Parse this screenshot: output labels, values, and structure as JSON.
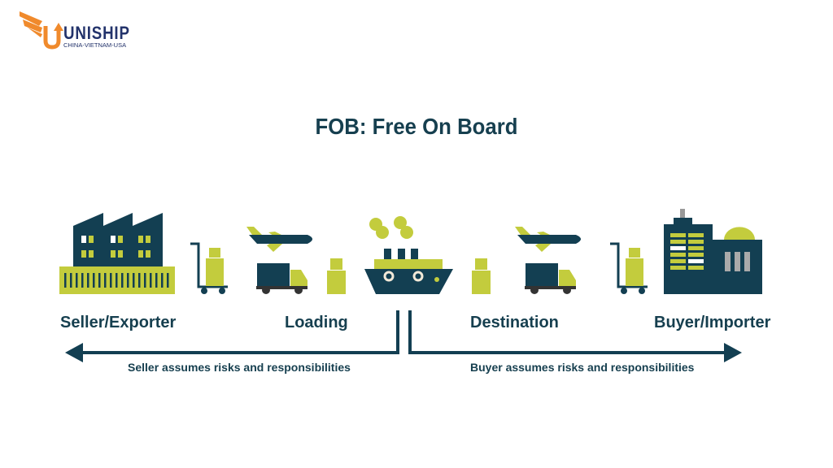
{
  "logo": {
    "name": "UNISHIP",
    "tagline": "CHINA-VIETNAM-USA"
  },
  "title": "FOB: Free On Board",
  "stages": [
    "Seller/Exporter",
    "Loading",
    "Destination",
    "Buyer/Importer"
  ],
  "captions": {
    "seller": "Seller assumes risks and responsibilities",
    "buyer": "Buyer assumes risks and responsibilities"
  },
  "colors": {
    "navy": "#133f52",
    "lime": "#c3cc3d",
    "orange": "#f08a2c"
  }
}
